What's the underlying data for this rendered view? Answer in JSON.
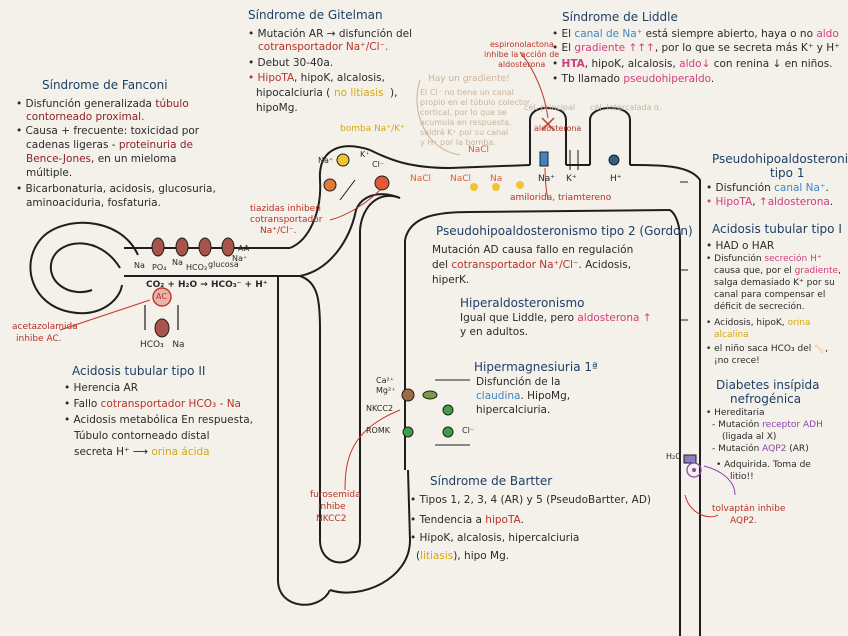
{
  "gitelman": {
    "title": "Síndrome de Gitelman",
    "l1a": "• Mutación AR → disfunción del",
    "l1b": "cotransportador Na⁺/Cl⁻.",
    "l2": "• Debut 30-40a.",
    "l3a": "• HipoTA",
    "l3b": ", hipoK, alcalosis,",
    "l4a": "hipocalciuria (",
    "l4b": "no litiasis",
    "l4c": "),",
    "l5": "hipoMg."
  },
  "liddle": {
    "title": "Síndrome de Liddle",
    "l1a": "• El ",
    "l1b": "canal de Na⁺",
    "l1c": " está siempre abierto, haya o no ",
    "l1d": "aldo",
    "l2a": "• El ",
    "l2b": "gradiente ↑↑↑",
    "l2c": ", por lo que se secreta más K⁺ y H⁺",
    "l3a": "• ",
    "l3b": "HTA",
    "l3c": ", hipoK, alcalosis, ",
    "l3d": "aldo↓",
    "l3e": " con renina ↓ en niños.",
    "l4a": "• Tb llamado ",
    "l4b": "pseudohiperaldo",
    "l4c": "."
  },
  "fanconi": {
    "title": "Síndrome de Fanconi",
    "l1a": "• Disfunción generalizada ",
    "l1b": "túbulo",
    "l2": "contorneado proximal.",
    "l3": "• Causa + frecuente: toxicidad por",
    "l4a": "cadenas ligeras - ",
    "l4b": "proteinuria de",
    "l5a": "Bence-Jones",
    "l5b": ", en un mieloma",
    "l6": "múltiple.",
    "l7": "• Bicarbonaturia, acidosis, glucosuria,",
    "l8": "aminoaciduria, fosfaturia."
  },
  "gradient_note": {
    "l1": "Hay un gradiente!",
    "l2": "El Cl⁻ no tiene un canal",
    "l3": "propio en el túbulo colector",
    "l4": "cortical, por lo que se",
    "l5": "acumula en respuesta,",
    "l6": "saldrá K⁺ por su canal",
    "l7": "y H⁺ por la bomba."
  },
  "labels": {
    "espironolactona": "espironolactona",
    "espiro2": "inhibe la acción de",
    "espiro3": "aldosterona",
    "aldosterona": "aldosterona",
    "cel_principal": "cél. principal",
    "cel_intercalada": "cél. intercalada α.",
    "bomba": "bomba Na⁺/K⁺",
    "tiazidas1": "tiazidas inhiben",
    "tiazidas2": "cotransportador",
    "tiazidas3": "Na⁺/Cl⁻.",
    "amilorida": "amilorida, triamtereno",
    "acetazolamida1": "acetazolamida",
    "acetazolamida2": "inhibe AC.",
    "furosemida1": "furosemida",
    "furosemida2": "inhibe",
    "furosemida3": "NKCC2",
    "tolvaptan1": "tolvaptán inhibe",
    "tolvaptan2": "AQP2.",
    "nkcc2": "NKCC2",
    "romk": "ROMK",
    "ca": "Ca²⁺",
    "mg": "Mg²⁺",
    "cl": "Cl⁻",
    "nacl1": "NaCl",
    "nacl2": "NaCl",
    "nacl3": "NaCl",
    "na_tube": "Na",
    "na_plus": "Na⁺",
    "k_plus": "K⁺",
    "h_plus": "H⁺",
    "h2o": "H₂O",
    "ac": "AC",
    "co2_eq": "CO₂ + H₂O → HCO₃⁻ + H⁺",
    "hco3_na": "HCO₃   Na",
    "prox_na": "Na",
    "prox_po4": "PO₄",
    "prox_na2": "Na",
    "prox_hco3": "HCO₃",
    "prox_glucosa": "glucosa",
    "prox_aa": "AA",
    "prox_na3": "Na⁺",
    "bomba_na": "Na⁺",
    "bomba_k": "K⁺",
    "bomba_cl": "Cl⁻"
  },
  "pseudohipoaldo2": {
    "title": "Pseudohipoaldosteronismo tipo 2 (Gordon)",
    "l1": "Mutación AD causa fallo en regulación",
    "l2a": "del ",
    "l2b": "cotransportador Na⁺/Cl⁻",
    "l2c": ". Acidosis,",
    "l3": "hiperK."
  },
  "hiperaldo": {
    "title": "Hiperaldosteronismo",
    "l1a": "Igual que Liddle, pero ",
    "l1b": "aldosterona ↑",
    "l2": "y en adultos."
  },
  "hipermg": {
    "title": "Hipermagnesiuria 1ª",
    "l1": "Disfunción de la",
    "l2a": "claudina",
    "l2b": ". HipoMg,",
    "l3": "hipercalciuria."
  },
  "bartter": {
    "title": "Síndrome de Bartter",
    "l1": "• Tipos 1, 2, 3, 4 (AR) y 5 (PseudoBartter, AD)",
    "l2a": "• Tendencia a ",
    "l2b": "hipoTA",
    "l2c": ".",
    "l3": "• HipoK, alcalosis, hipercalciuria",
    "l4a": "(",
    "l4b": "litiasis",
    "l4c": "), hipo Mg."
  },
  "att2": {
    "title": "Acidosis tubular tipo II",
    "l1": "• Herencia AR",
    "l2a": "• Fallo ",
    "l2b": "cotransportador HCO₃ - Na",
    "l3": "• Acidosis metabólica En respuesta,",
    "l4": "Túbulo contorneado distal",
    "l5a": "secreta H⁺ ⟶ ",
    "l5b": "orina ácida"
  },
  "pha1": {
    "title1": "Pseudohipoaldosteronismo",
    "title2": "tipo 1",
    "l1a": "• Disfunción ",
    "l1b": "canal Na⁺",
    "l1c": ".",
    "l2a": "• HipoTA",
    "l2b": ", ",
    "l2c": "↑aldosterona",
    "l2d": "."
  },
  "att1": {
    "title": "Acidosis tubular tipo I",
    "l1": "• HAD o HAR",
    "l2a": "• Disfunción ",
    "l2b": "secreción H⁺",
    "l3a": "causa que, por el ",
    "l3b": "gradiente",
    "l3c": ",",
    "l4": "salga demasiado K⁺ por su",
    "l5": "canal para compensar el",
    "l6": "déficit de secreción.",
    "l7a": "• Acidosis, hipoK, ",
    "l7b": "orina",
    "l8": "alcalina",
    "l9": "• el niño saca HCO₃ del 🦴,",
    "l10": "¡no crece!"
  },
  "diabetes": {
    "title1": "Diabetes insípida",
    "title2": "nefrogénica",
    "l1": "• Hereditaria",
    "l2a": "- Mutación ",
    "l2b": "receptor ADH",
    "l3": "(ligada al X)",
    "l4a": "- Mutación ",
    "l4b": "AQP2",
    "l4c": " (AR)",
    "l5": "• Adquirida. Toma de",
    "l6": "litio!!"
  }
}
